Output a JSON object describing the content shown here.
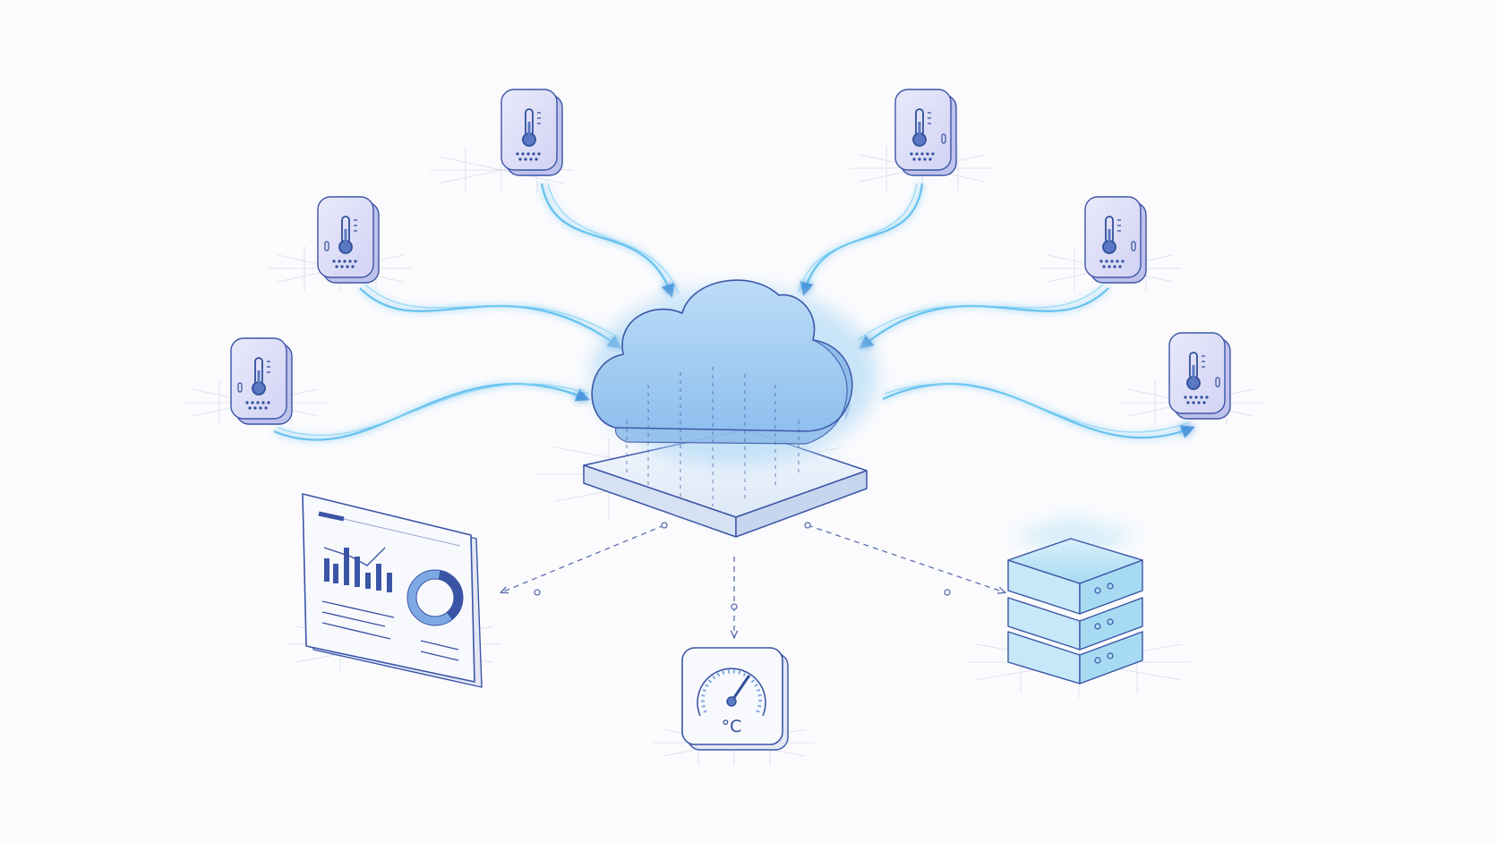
{
  "colors": {
    "background": "#fbfbfd",
    "ink": "#3b55a6",
    "sensor_fill": "#dcdcf6",
    "sensor_side": "#bfc2ec",
    "cloud_fill": "#9ec8f0",
    "flow_line": "#3fb3ec",
    "storage_fill": "#bfe6f7",
    "grid": "#c7cde3"
  },
  "nodes": {
    "sensors": [
      {
        "icon": "thermometer-icon",
        "side": "left"
      },
      {
        "icon": "thermometer-icon",
        "side": "left"
      },
      {
        "icon": "thermometer-icon",
        "side": "left"
      },
      {
        "icon": "thermometer-icon",
        "side": "right"
      },
      {
        "icon": "thermometer-icon",
        "side": "right"
      },
      {
        "icon": "thermometer-icon",
        "side": "right"
      }
    ],
    "cloud": {
      "icon": "cloud-icon"
    },
    "platform": {
      "icon": "platform-icon"
    },
    "dashboard": {
      "icon": "dashboard-icon"
    },
    "gauge": {
      "icon": "gauge-icon",
      "unit_label": "°C"
    },
    "storage": {
      "icon": "database-server-icon"
    }
  }
}
